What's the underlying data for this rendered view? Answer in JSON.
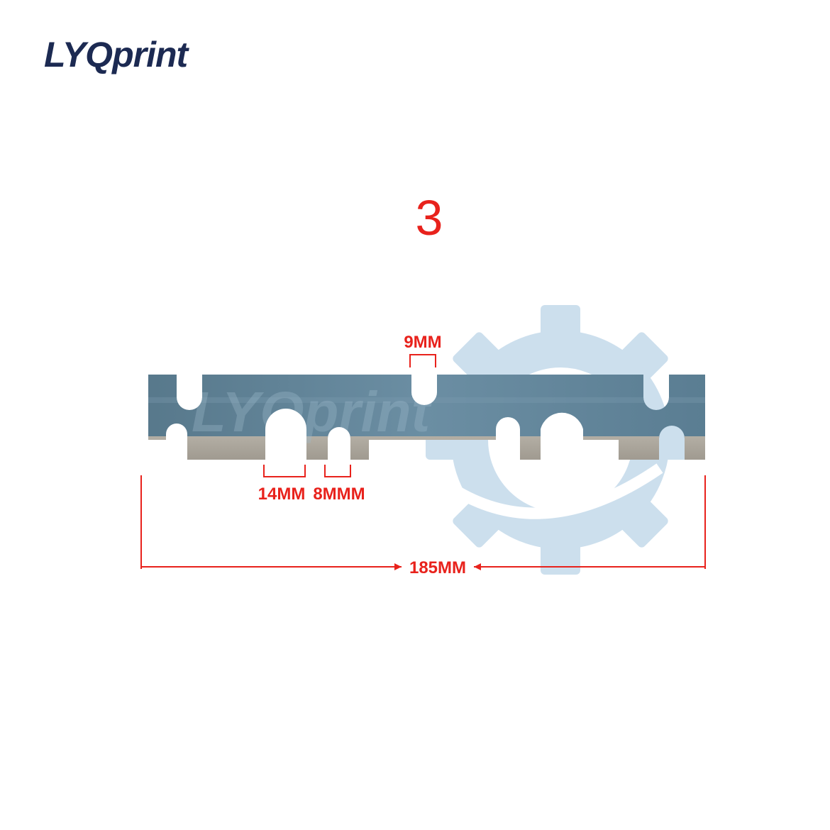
{
  "brand": {
    "name": "LYQprint"
  },
  "variant": {
    "number": "3"
  },
  "dimensions": {
    "slot_top": "9MM",
    "cutout_large": "14MM",
    "cutout_small": "8MMM",
    "total_length": "185MM"
  },
  "colors": {
    "brand_navy": "#1c2a52",
    "dimension_red": "#e8221c",
    "blade_steel": "#5d7f93",
    "blade_edge": "#a9a49a",
    "watermark_blue": "#c7dcec"
  },
  "icons": {
    "watermark": "gear-icon"
  }
}
